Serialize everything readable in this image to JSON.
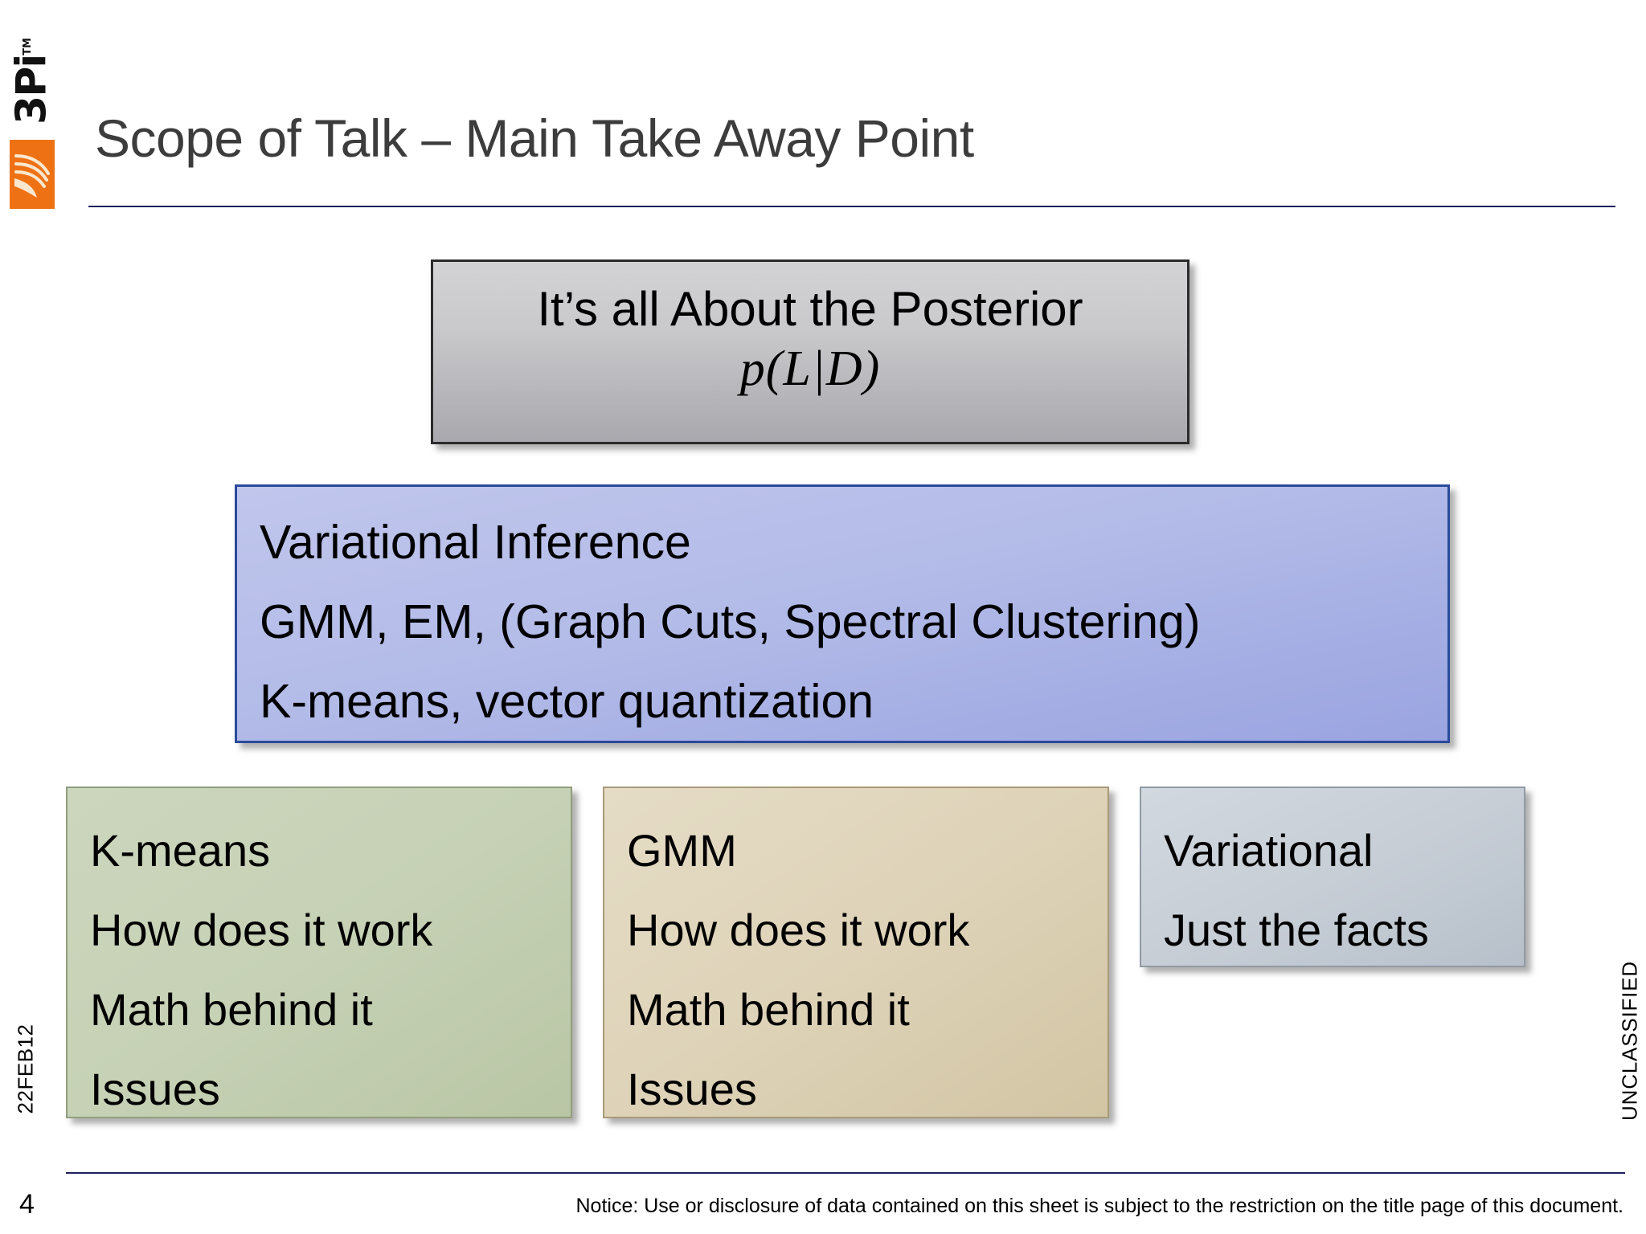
{
  "logo": {
    "wordmark": "3Pi",
    "trademark": "TM",
    "mark_icon": "swoosh-feather-icon",
    "mark_color": "#ee7214"
  },
  "slide": {
    "title": "Scope of Talk – Main Take Away Point",
    "page_number": "4",
    "date_label": "22FEB12",
    "classification": "UNCLASSIFIED",
    "footer_notice": "Notice: Use or disclosure of data contained on this sheet is subject to the restriction on the title page of this document.",
    "rule_color": "#1f1f5c"
  },
  "posterior_box": {
    "heading": "It’s all About the Posterior",
    "formula": "p(L|D)",
    "fill_top": "#d3d3d5",
    "fill_bottom": "#a8a8ad",
    "border_color": "#2b2b2b"
  },
  "methods_box": {
    "lines": [
      "Variational Inference",
      "GMM, EM, (Graph Cuts, Spectral Clustering)",
      "K-means, vector quantization"
    ],
    "fill": "#b3bbe8",
    "border_color": "#2a4a9a"
  },
  "topic_boxes": [
    {
      "name": "k-means",
      "lines": [
        "K-means",
        "How does it work",
        "Math behind it",
        "Issues"
      ],
      "fill": "#c6d1b5",
      "border_color": "#919e7e"
    },
    {
      "name": "gmm",
      "lines": [
        "GMM",
        "How does it work",
        "Math behind it",
        "Issues"
      ],
      "fill": "#ded3b8",
      "border_color": "#a89a78"
    },
    {
      "name": "variational",
      "lines": [
        "Variational",
        "Just the facts"
      ],
      "fill": "#c7ced6",
      "border_color": "#9099a3"
    }
  ]
}
